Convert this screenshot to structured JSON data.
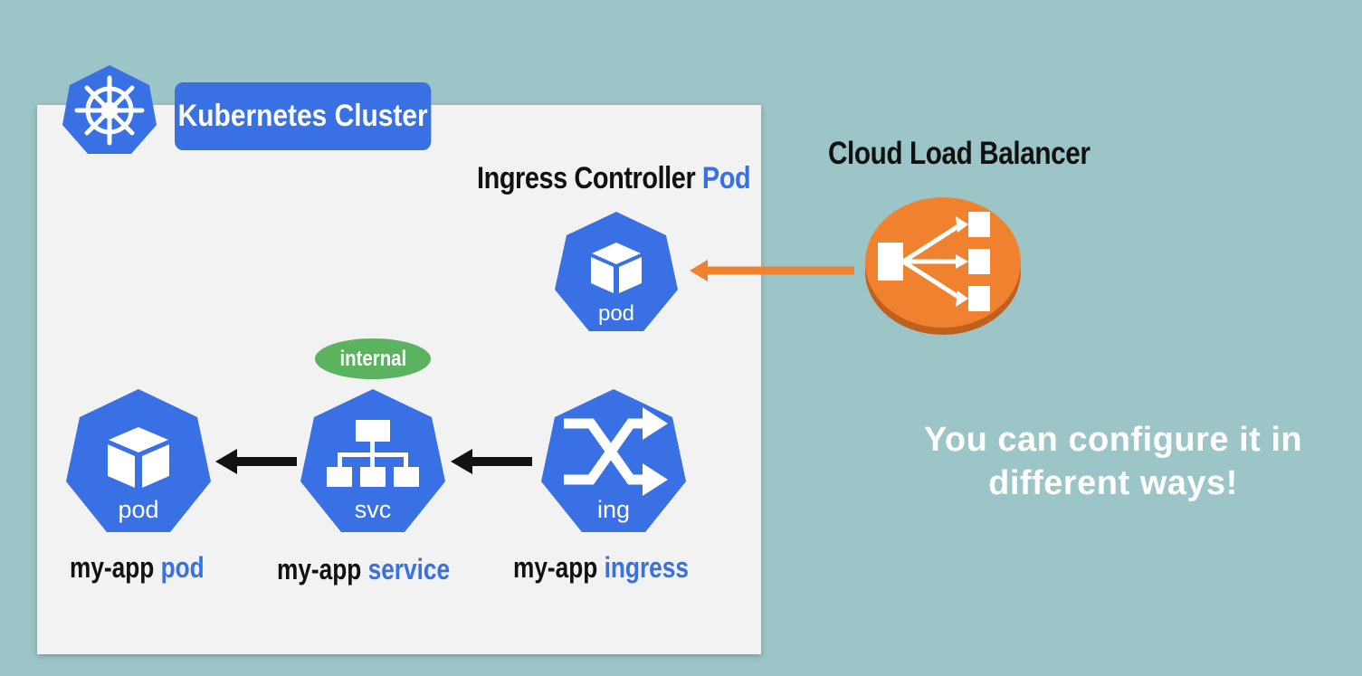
{
  "cluster": {
    "label": "Kubernetes Cluster"
  },
  "ingress_controller": {
    "title": "Ingress Controller",
    "title_accent": "Pod",
    "icon_label": "pod"
  },
  "load_balancer": {
    "title": "Cloud Load Balancer"
  },
  "badge": {
    "internal": "internal"
  },
  "nodes": [
    {
      "icon_label": "pod",
      "caption": "my-app",
      "caption_accent": "pod"
    },
    {
      "icon_label": "svc",
      "caption": "my-app",
      "caption_accent": "service"
    },
    {
      "icon_label": "ing",
      "caption": "my-app",
      "caption_accent": "ingress"
    }
  ],
  "note": {
    "line1": "You can configure it in",
    "line2": "different ways!"
  },
  "colors": {
    "background": "#9cc5c8",
    "k8s_blue": "#3970e4",
    "internal_green": "#5bb35f",
    "lb_orange": "#f0812f"
  }
}
